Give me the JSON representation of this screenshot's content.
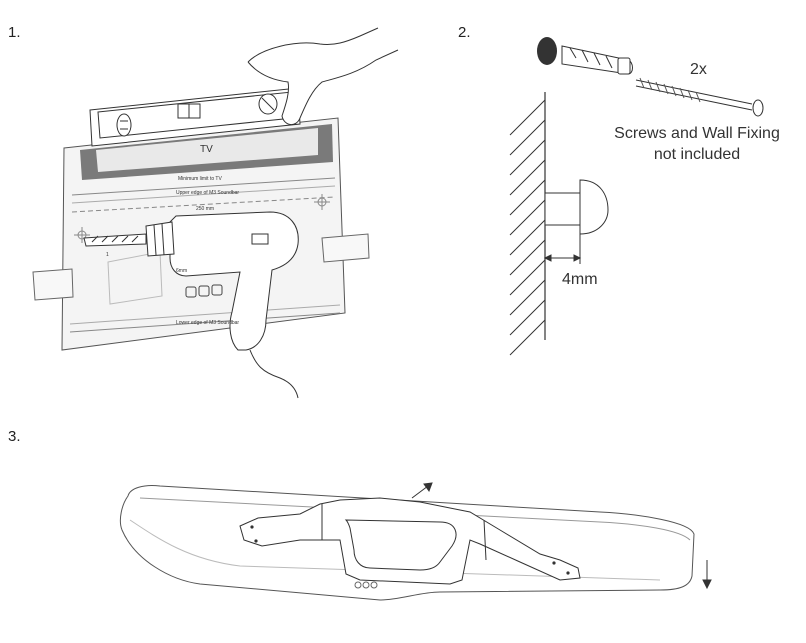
{
  "steps": [
    {
      "number": "1."
    },
    {
      "number": "2."
    },
    {
      "number": "3."
    }
  ],
  "step1": {
    "template_tv_label": "TV",
    "template_min_limit_label": "Minimum limit to TV",
    "template_upper_edge_label": "Upper edge of M3 Soundbar",
    "template_distance_label": "250 mm",
    "template_lower_edge_label": "Lower edge of M3 Soundbar",
    "template_hole_label": "1",
    "template_small_label": "6mm"
  },
  "step2": {
    "quantity_label": "2x",
    "note_line1": "Screws and Wall Fixing",
    "note_line2": "not included",
    "gap_label": "4mm"
  },
  "colors": {
    "line": "#333333",
    "template_band": "#7a7a7a",
    "template_paper": "#f4f4f4",
    "dowel_dark": "#333333"
  }
}
